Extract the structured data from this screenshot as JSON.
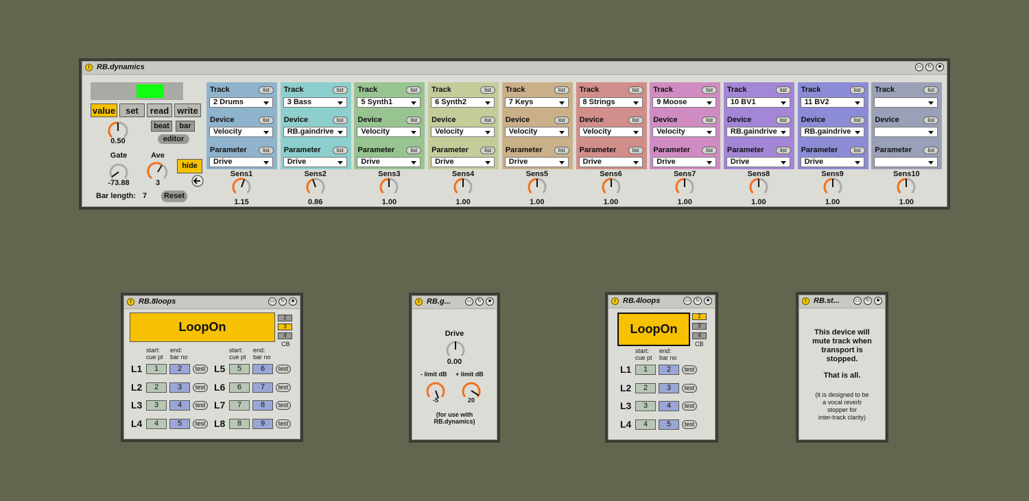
{
  "colors": {
    "accent": "#f5c100",
    "background": "#62664f",
    "panel": "#dcdcd6",
    "knob_orange": "#f07020",
    "led_green": "#11ff11"
  },
  "title_icons": [
    "fold-icon",
    "freeze-icon",
    "save-icon"
  ],
  "dynamics": {
    "title": "RB.dynamics",
    "mode_buttons": [
      "value",
      "set",
      "read",
      "write"
    ],
    "beat_label": "beat",
    "bar_label": "bar",
    "editor_label": "editor",
    "main_knob_value": "0.50",
    "main_knob_level": 0.5,
    "gate_label": "Gate",
    "gate_value": "-73.88",
    "ave_label": "Ave",
    "ave_value": "3",
    "hide_label": "hide",
    "bar_length_label": "Bar length:",
    "bar_length_value": "7",
    "reset_label": "Reset",
    "track_label": "Track",
    "device_label": "Device",
    "parameter_label": "Parameter",
    "list_label": "list",
    "strips": [
      {
        "color": "#8fb3cc",
        "track": "2 Drums",
        "device": "Velocity",
        "parameter": "Drive",
        "sens_label": "Sens1",
        "sens_value": "1.15"
      },
      {
        "color": "#8ccfcc",
        "track": "3 Bass",
        "device": "RB.gaindrive",
        "parameter": "Drive",
        "sens_label": "Sens2",
        "sens_value": "0.86"
      },
      {
        "color": "#97c490",
        "track": "5 Synth1",
        "device": "Velocity",
        "parameter": "Drive",
        "sens_label": "Sens3",
        "sens_value": "1.00"
      },
      {
        "color": "#c4cc9a",
        "track": "6 Synth2",
        "device": "Velocity",
        "parameter": "Drive",
        "sens_label": "Sens4",
        "sens_value": "1.00"
      },
      {
        "color": "#c9b088",
        "track": "7 Keys",
        "device": "Velocity",
        "parameter": "Drive",
        "sens_label": "Sens5",
        "sens_value": "1.00"
      },
      {
        "color": "#d28e8a",
        "track": "8 Strings",
        "device": "Velocity",
        "parameter": "Drive",
        "sens_label": "Sens6",
        "sens_value": "1.00"
      },
      {
        "color": "#d08cc2",
        "track": "9 Moose",
        "device": "Velocity",
        "parameter": "Drive",
        "sens_label": "Sens7",
        "sens_value": "1.00"
      },
      {
        "color": "#a386d6",
        "track": "10 BV1",
        "device": "RB.gaindrive",
        "parameter": "Drive",
        "sens_label": "Sens8",
        "sens_value": "1.00"
      },
      {
        "color": "#8c8cd6",
        "track": "11 BV2",
        "device": "RB.gaindrive",
        "parameter": "Drive",
        "sens_label": "Sens9",
        "sens_value": "1.00"
      },
      {
        "color": "#9aa0b8",
        "track": "",
        "device": "",
        "parameter": "",
        "sens_label": "Sens10",
        "sens_value": "1.00"
      }
    ]
  },
  "loops8": {
    "title": "RB.8loops",
    "loop_on": "LoopOn",
    "cb_options": [
      "2",
      "3",
      "4"
    ],
    "cb_selected": "3",
    "cb_label": "CB",
    "start_header": "start:\ncue pt",
    "end_header": "end:\nbar no",
    "test_label": "test",
    "rows": [
      {
        "name": "L1",
        "start": "1",
        "end": "2"
      },
      {
        "name": "L2",
        "start": "2",
        "end": "3"
      },
      {
        "name": "L3",
        "start": "3",
        "end": "4"
      },
      {
        "name": "L4",
        "start": "4",
        "end": "5"
      },
      {
        "name": "L5",
        "start": "5",
        "end": "6"
      },
      {
        "name": "L6",
        "start": "6",
        "end": "7"
      },
      {
        "name": "L7",
        "start": "7",
        "end": "8"
      },
      {
        "name": "L8",
        "start": "8",
        "end": "9"
      }
    ]
  },
  "gaindrive": {
    "title": "RB.g...",
    "drive_label": "Drive",
    "drive_value": "0.00",
    "minus_label": "- limit dB",
    "minus_value": "-5",
    "plus_label": "+ limit dB",
    "plus_value": "20",
    "note": "(for use with\nRB.dynamics)"
  },
  "loops4": {
    "title": "RB.4loops",
    "loop_on": "LoopOn",
    "cb_options": [
      "2",
      "3",
      "4"
    ],
    "cb_selected": "2",
    "cb_label": "CB",
    "start_header": "start:\ncue pt",
    "end_header": "end:\nbar no",
    "test_label": "test",
    "rows": [
      {
        "name": "L1",
        "start": "1",
        "end": "2"
      },
      {
        "name": "L2",
        "start": "2",
        "end": "3"
      },
      {
        "name": "L3",
        "start": "3",
        "end": "4"
      },
      {
        "name": "L4",
        "start": "4",
        "end": "5"
      }
    ]
  },
  "stopper": {
    "title": "RB.st...",
    "text1": "This device will\nmute track when\ntransport is\nstopped.",
    "text2": "That is all.",
    "text3": "(it is designed to be\na vocal reverb\nstopper for\ninter-track clarity)"
  }
}
